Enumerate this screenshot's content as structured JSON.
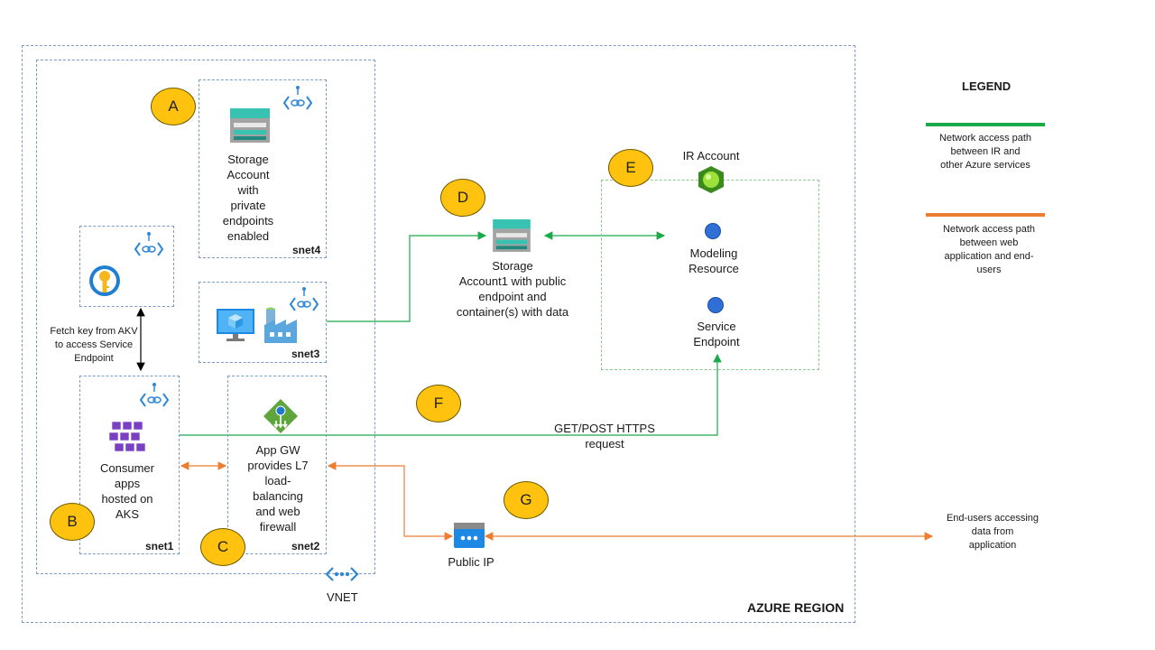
{
  "region": {
    "label": "AZURE REGION"
  },
  "vnet": {
    "label": "VNET"
  },
  "subnets": {
    "snet1": "snet1",
    "snet2": "snet2",
    "snet3": "snet3",
    "snet4": "snet4"
  },
  "badges": [
    "A",
    "B",
    "C",
    "D",
    "E",
    "F",
    "G"
  ],
  "nodes": {
    "storage_private": "Storage\nAccount\nwith\nprivate\nendpoints\nenabled",
    "storage_public": "Storage\nAccount1 with public\nendpoint and\ncontainer(s) with data",
    "consumer_apps": "Consumer\napps\nhosted on\nAKS",
    "app_gw": "App GW\nprovides L7\nload-\nbalancing\nand web\nfirewall",
    "public_ip": "Public IP",
    "ir_account": "IR Account",
    "modeling_resource": "Modeling\nResource",
    "service_endpoint": "Service\nEndpoint"
  },
  "annotations": {
    "fetch_key": "Fetch key from AKV\nto access Service\nEndpoint",
    "get_post": "GET/POST HTTPS\nrequest",
    "end_users": "End-users accessing\ndata from\napplication"
  },
  "legend": {
    "title": "LEGEND",
    "green_text": "Network access path\nbetween  IR and\nother Azure services",
    "orange_text": "Network  access path\nbetween  web\napplication and end-\nusers"
  },
  "colors": {
    "green": "#1aaa4a",
    "orange": "#ed7d31",
    "badge": "#ffc20e",
    "dashed_border": "#7a9cc6"
  },
  "icons": [
    "key-vault-icon",
    "storage-account-icon",
    "virtual-machine-icon",
    "data-factory-icon",
    "aks-icon",
    "app-gateway-icon",
    "public-ip-icon",
    "ir-account-icon",
    "private-endpoint-icon",
    "vnet-icon"
  ]
}
